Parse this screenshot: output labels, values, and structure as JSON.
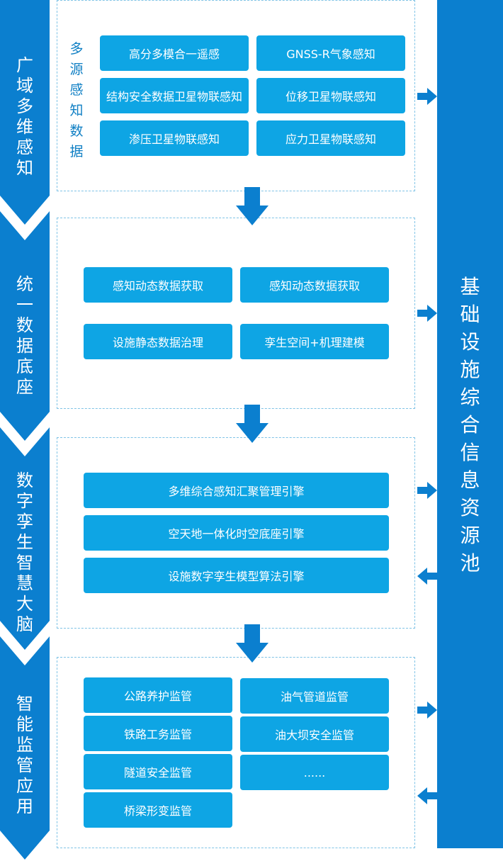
{
  "stages": [
    {
      "label": "广域多维感知",
      "side_title": "多源感知数据",
      "items": [
        "高分多模合一遥感",
        "GNSS-R气象感知",
        "结构安全数据卫星物联感知",
        "位移卫星物联感知",
        "渗压卫星物联感知",
        "应力卫星物联感知"
      ]
    },
    {
      "label": "统一数据底座",
      "items": [
        "感知动态数据获取",
        "感知动态数据获取",
        "设施静态数据治理",
        "孪生空间+机理建模"
      ]
    },
    {
      "label": "数字孪生智慧大脑",
      "items": [
        "多维综合感知汇聚管理引擎",
        "空天地一体化时空底座引擎",
        "设施数字孪生模型算法引擎"
      ]
    },
    {
      "label": "智能监管应用",
      "items": [
        "公路养护监管",
        "铁路工务监管",
        "隧道安全监管",
        "桥梁形变监管",
        "油气管道监管",
        "油大坝安全监管",
        "......"
      ]
    }
  ],
  "pool": {
    "label": "基础设施综合信息资源池"
  },
  "colors": {
    "chevron": "#0b7fcf",
    "box": "#0ea5e4",
    "arrow": "#0b7fcf",
    "panel_border": "#7fc3e6",
    "side_title": "#0f7fc4"
  }
}
